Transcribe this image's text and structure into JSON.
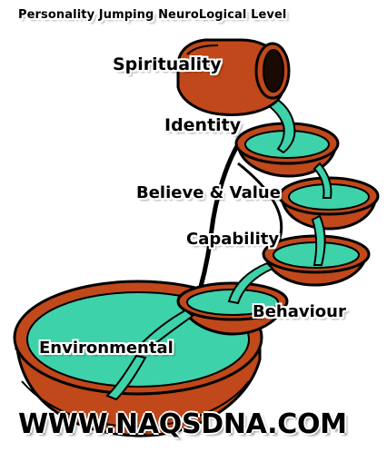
{
  "title": "Personality Jumping NeuroLogical Level",
  "levels": {
    "spirituality": "Spirituality",
    "identity": "Identity",
    "believe_value": "Believe & Value",
    "capability": "Capability",
    "behaviour": "Behaviour",
    "environmental": "Environmental"
  },
  "footer": "WWW.NAQSDNA.COM",
  "colors": {
    "pottery": "#c0481a",
    "pottery_dark": "#8a2e0c",
    "water": "#3ed2aa",
    "outline": "#000000"
  }
}
